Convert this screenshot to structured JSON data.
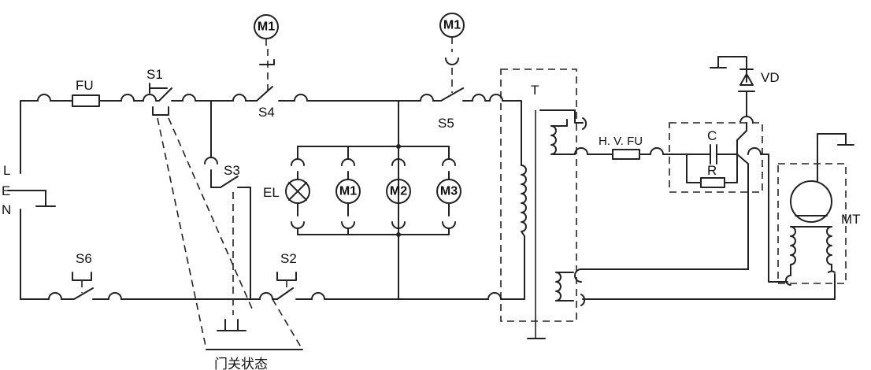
{
  "labels": {
    "line": "L",
    "earth": "E",
    "neutral": "N",
    "fuse": "FU",
    "s1": "S1",
    "s2": "S2",
    "s3": "S3",
    "s4": "S4",
    "s5": "S5",
    "s6": "S6",
    "lamp": "EL",
    "transformer": "T",
    "hv_fuse": "H. V. FU",
    "capacitor": "C",
    "resistor": "R",
    "diode": "VD",
    "magnetron": "MT",
    "door_state": "门关状态"
  },
  "motors": {
    "m1_top_a": "M1",
    "m1_top_b": "M1",
    "m1_row": "M1",
    "m2_row": "M2",
    "m3_row": "M3"
  }
}
